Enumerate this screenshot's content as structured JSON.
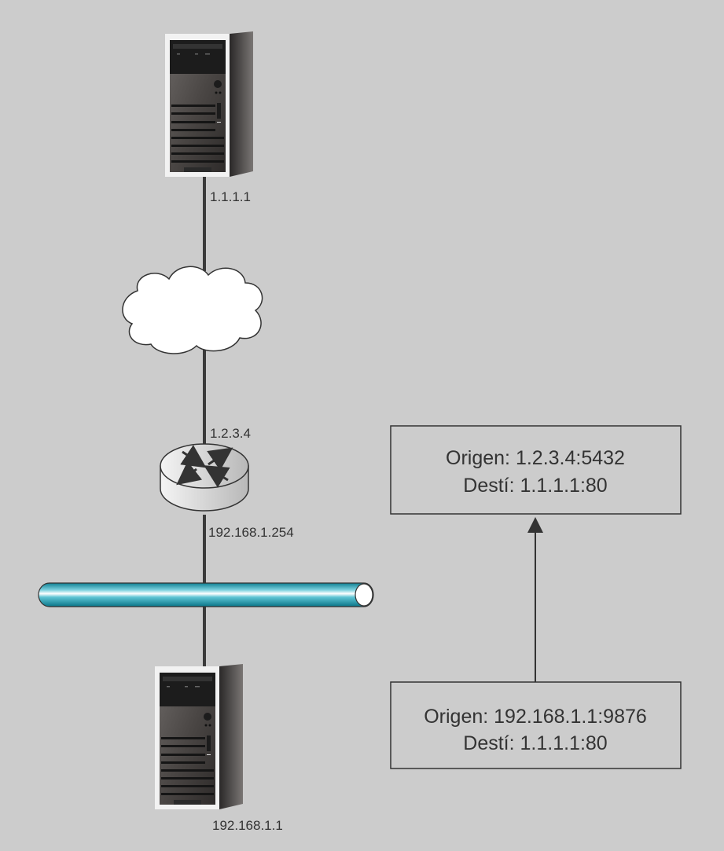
{
  "nodes": {
    "server_top": {
      "ip": "1.1.1.1"
    },
    "router": {
      "wan_ip": "1.2.3.4",
      "lan_ip": "192.168.1.254"
    },
    "server_bottom": {
      "ip": "192.168.1.1"
    }
  },
  "boxes": {
    "translated": {
      "origin": "Origen: 1.2.3.4:5432",
      "dest": "Destí: 1.1.1.1:80"
    },
    "original": {
      "origin": "Origen: 192.168.1.1:9876",
      "dest": "Destí: 1.1.1.1:80"
    }
  },
  "colors": {
    "background": "#cccccc",
    "bus": "#1a9fb5",
    "line": "#3a3a3a"
  }
}
